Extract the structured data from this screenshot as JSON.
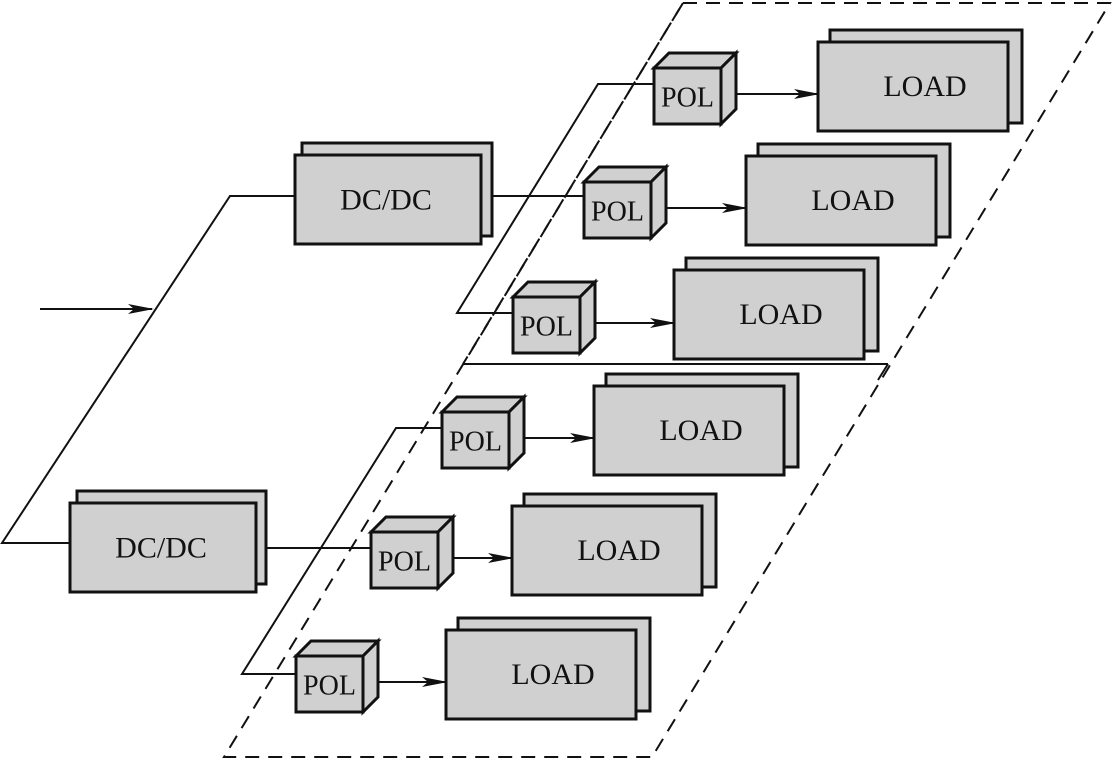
{
  "diagram": {
    "type": "power-distribution-architecture",
    "input": {
      "label": "",
      "description": "input power bus arrow"
    },
    "converters": [
      {
        "id": "dcdc-upper",
        "label": "DC/DC",
        "stacked": true
      },
      {
        "id": "dcdc-lower",
        "label": "DC/DC",
        "stacked": true
      }
    ],
    "groups": [
      {
        "id": "group-upper",
        "fed_by": "dcdc-upper",
        "branches": [
          {
            "pol": "POL",
            "load": "LOAD"
          },
          {
            "pol": "POL",
            "load": "LOAD"
          },
          {
            "pol": "POL",
            "load": "LOAD"
          }
        ]
      },
      {
        "id": "group-lower",
        "fed_by": "dcdc-lower",
        "branches": [
          {
            "pol": "POL",
            "load": "LOAD"
          },
          {
            "pol": "POL",
            "load": "LOAD"
          },
          {
            "pol": "POL",
            "load": "LOAD"
          }
        ]
      }
    ],
    "colors": {
      "box_fill": "#d0d0d0",
      "stroke": "#111111",
      "background": "#ffffff"
    }
  }
}
